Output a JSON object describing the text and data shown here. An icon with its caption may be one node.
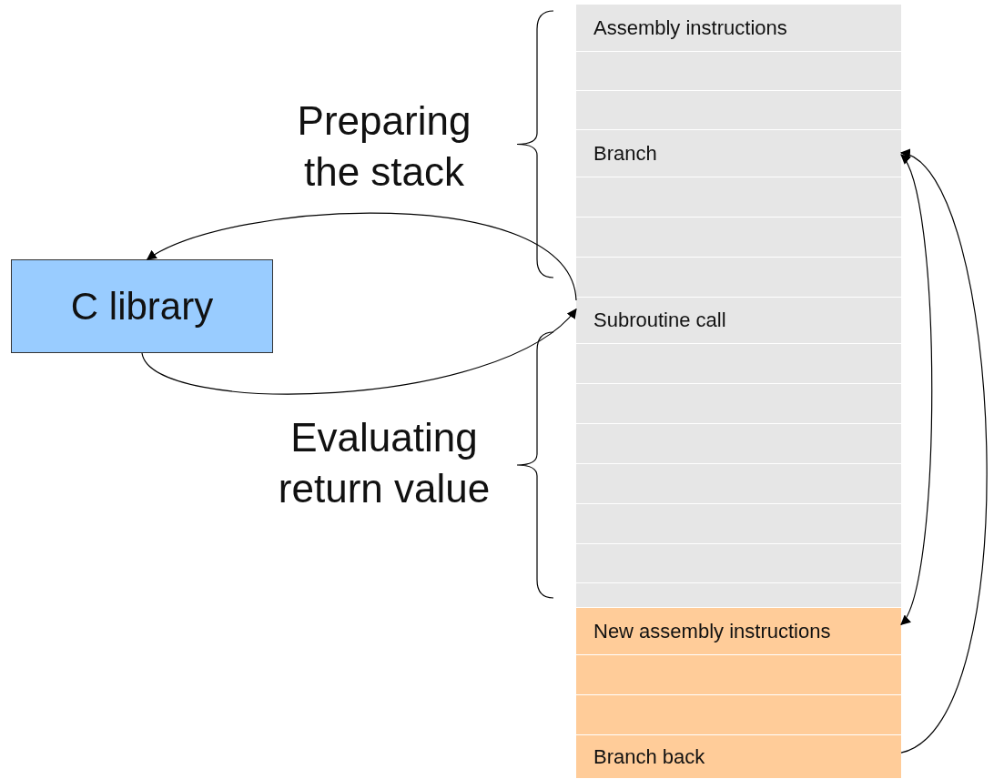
{
  "diagram": {
    "nodes": [
      {
        "text": [
          "C library"
        ]
      },
      {
        "text": [
          "Assembly instructions"
        ]
      },
      {
        "text": [],
        "shape": "box"
      },
      {
        "text": [],
        "shape": "box"
      },
      {
        "text": [
          "Branch"
        ]
      },
      {
        "text": [],
        "shape": "box"
      },
      {
        "text": [],
        "shape": "box"
      },
      {
        "text": [],
        "shape": "box"
      },
      {
        "text": [
          "Subroutine call"
        ]
      },
      {
        "text": [],
        "shape": "box"
      },
      {
        "text": [],
        "shape": "box"
      },
      {
        "text": [],
        "shape": "box"
      },
      {
        "text": [],
        "shape": "box"
      },
      {
        "text": [],
        "shape": "box"
      },
      {
        "text": [],
        "shape": "box"
      },
      {
        "text": [],
        "shape": "box"
      },
      {
        "text": [
          "New assembly instructions"
        ]
      },
      {
        "text": [],
        "shape": "box"
      },
      {
        "text": [],
        "shape": "box"
      },
      {
        "text": [
          "Branch back"
        ]
      }
    ],
    "edges": [
      {
        "from": 8,
        "to": 0,
        "arrow": "to"
      },
      {
        "from": 0,
        "to": 8,
        "arrow": "to"
      },
      {
        "from": 4,
        "to": 16,
        "arrow": "both"
      },
      {
        "from": 19,
        "to": 4,
        "arrow": "to"
      }
    ],
    "labels": [
      "Preparing the stack",
      "Evaluating return value"
    ]
  }
}
